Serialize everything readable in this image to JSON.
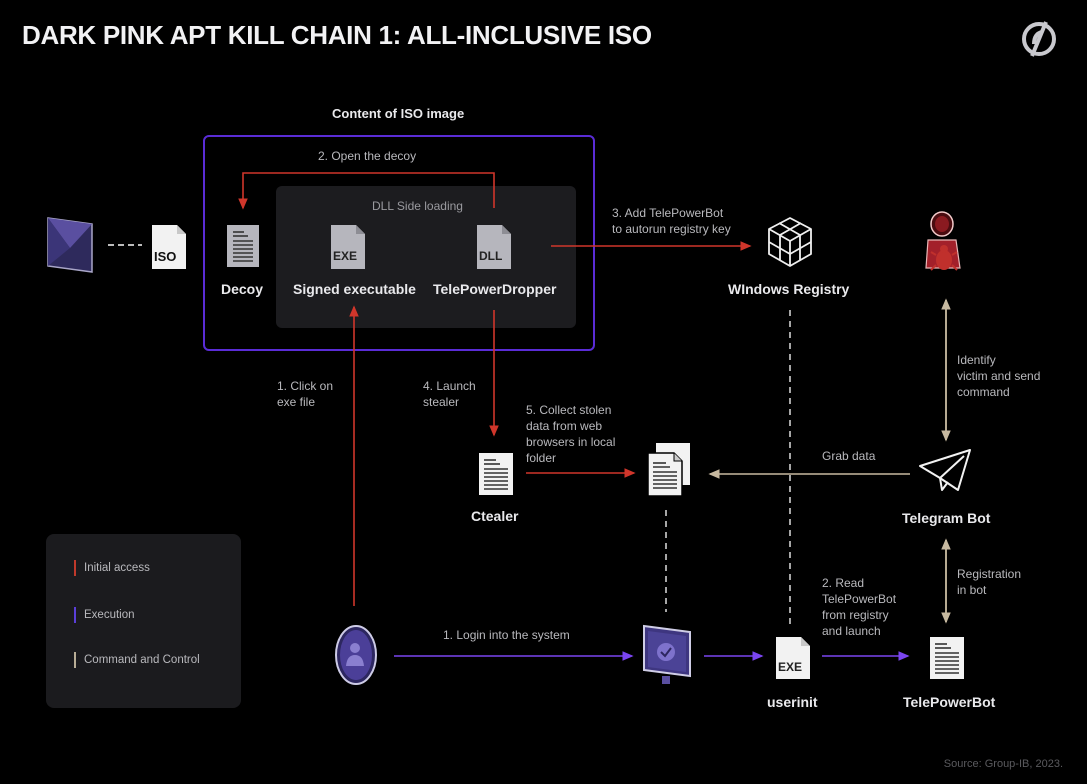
{
  "title": "DARK PINK APT KILL CHAIN 1: ALL-INCLUSIVE ISO",
  "logo_icon": "group-ib-logo-icon",
  "iso_container": {
    "heading": "Content of ISO image",
    "dll_panel_label": "DLL Side loading",
    "items": [
      {
        "label": "Decoy",
        "icon": "document-icon"
      },
      {
        "label": "Signed executable",
        "icon": "exe-file-icon",
        "tag": "EXE"
      },
      {
        "label": "TelePowerDropper",
        "icon": "dll-file-icon",
        "tag": "DLL"
      }
    ]
  },
  "email_icon": "email-envelope-icon",
  "iso_file": {
    "tag": "ISO",
    "icon": "iso-file-icon"
  },
  "nodes": {
    "registry": {
      "label": "WIndows Registry",
      "icon": "registry-cubes-icon"
    },
    "attacker": {
      "icon": "attacker-bug-icon"
    },
    "telegram": {
      "label": "Telegram Bot",
      "icon": "telegram-plane-icon"
    },
    "ctealer": {
      "label": "Ctealer",
      "icon": "document-icon"
    },
    "stolen_folder": {
      "icon": "documents-stack-icon"
    },
    "victim": {
      "icon": "user-avatar-icon"
    },
    "system": {
      "icon": "monitor-check-icon"
    },
    "userinit": {
      "label": "userinit",
      "icon": "exe-file-icon",
      "tag": "EXE"
    },
    "telepowerbot": {
      "label": "TelePowerBot",
      "icon": "document-icon"
    }
  },
  "steps": {
    "open_decoy": "2. Open the decoy",
    "add_registry": [
      "3. Add TelePowerBot",
      "to autorun registry key"
    ],
    "click_exe": [
      "1. Click on",
      "exe file"
    ],
    "launch_stealer": [
      "4. Launch",
      "stealer"
    ],
    "collect_data": [
      "5. Collect stolen",
      "data from web",
      "browsers in local",
      "folder"
    ],
    "grab_data": "Grab data",
    "identify_victim": [
      "Identify",
      "victim and send",
      "command"
    ],
    "registration": [
      "Registration",
      "in bot"
    ],
    "login": "1. Login into the system",
    "read_registry": [
      "2. Read",
      "TelePowerBot",
      "from registry",
      "and launch"
    ]
  },
  "legend": {
    "items": [
      {
        "label": "Initial access",
        "color": "#c0392b"
      },
      {
        "label": "Execution",
        "color": "#5b3fd9"
      },
      {
        "label": "Command and Control",
        "color": "#b8ad96"
      }
    ]
  },
  "colors": {
    "initial_access": "#d0362b",
    "execution": "#6a3bdc",
    "c2": "#c7b9a0",
    "iso_border": "#5a2cd6"
  },
  "source": "Source: Group-IB, 2023."
}
